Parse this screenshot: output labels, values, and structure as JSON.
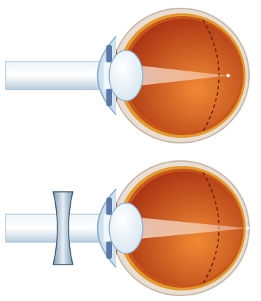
{
  "colors": {
    "background": "#ffffff",
    "sclera": "#e9ded4",
    "sclera_edge": "#c9b7a6",
    "choroid_outer": "#e39a2c",
    "choroid_inner": "#c8551b",
    "vitreous_light": "#f08a34",
    "vitreous_dark": "#a32a0f",
    "lens": "#d7e6f1",
    "lens_edge": "#8fb0cc",
    "cornea": "#cfe0ee",
    "iris": "#5b79a8",
    "light_beam": "#c9dbe8",
    "focus_point": "#ffffff",
    "concave_lens": "#bcd0df",
    "concave_lens_edge": "#3e5a73"
  },
  "panels": [
    {
      "id": "uncorrected",
      "has_corrective_lens": false,
      "focus": "in-front-of-retina"
    },
    {
      "id": "corrected",
      "has_corrective_lens": true,
      "corrective_lens_type": "concave",
      "focus": "on-retina"
    }
  ]
}
